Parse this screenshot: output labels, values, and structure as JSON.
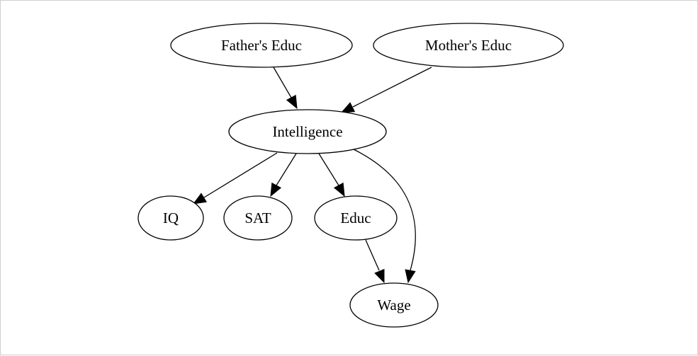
{
  "diagram": {
    "type": "directed-graph",
    "nodes": [
      {
        "id": "father",
        "label": "Father's Educ"
      },
      {
        "id": "mother",
        "label": "Mother's Educ"
      },
      {
        "id": "intel",
        "label": "Intelligence"
      },
      {
        "id": "iq",
        "label": "IQ"
      },
      {
        "id": "sat",
        "label": "SAT"
      },
      {
        "id": "educ",
        "label": "Educ"
      },
      {
        "id": "wage",
        "label": "Wage"
      }
    ],
    "edges": [
      {
        "from": "father",
        "to": "intel"
      },
      {
        "from": "mother",
        "to": "intel"
      },
      {
        "from": "intel",
        "to": "iq"
      },
      {
        "from": "intel",
        "to": "sat"
      },
      {
        "from": "intel",
        "to": "educ"
      },
      {
        "from": "intel",
        "to": "wage"
      },
      {
        "from": "educ",
        "to": "wage"
      }
    ]
  }
}
